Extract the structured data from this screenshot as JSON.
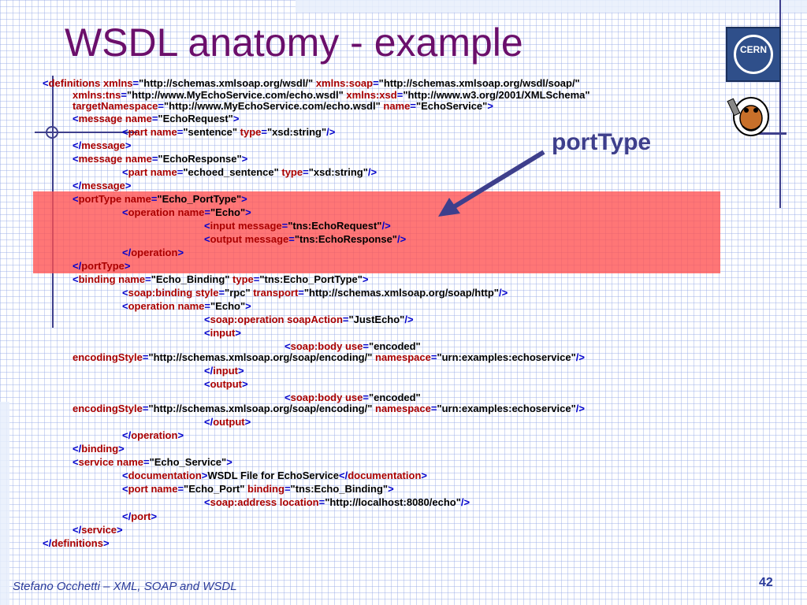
{
  "slide": {
    "title": "WSDL anatomy - example",
    "callout": "portType",
    "footer": "Stefano Occhetti – XML, SOAP and WSDL",
    "page_number": "42",
    "logo_text": "CERN"
  },
  "code": {
    "l1": [
      "<",
      "definitions ",
      "xmlns",
      "=",
      "\"http://schemas.xmlsoap.org/wsdl/\" ",
      "xmlns:soap",
      "=",
      "\"http://schemas.xmlsoap.org/wsdl/soap/\""
    ],
    "l2": [
      "xmlns:tns",
      "=",
      "\"http://www.MyEchoService.com/echo.wsdl\" ",
      "xmlns:xsd",
      "=",
      "\"http://www.w3.org/2001/XMLSchema\""
    ],
    "l3": [
      "targetNamespace",
      "=",
      "\"http://www.MyEchoService.com/echo.wsdl\" ",
      "name",
      "=",
      "\"EchoService\"",
      ">"
    ],
    "l4": [
      "<",
      "message ",
      "name",
      "=",
      "\"EchoRequest\"",
      ">"
    ],
    "l5": [
      "<",
      "part ",
      "name",
      "=",
      "\"sentence\" ",
      "type",
      "=",
      "\"xsd:string\"",
      "/>"
    ],
    "l6": [
      "</",
      "message",
      ">"
    ],
    "l7": [
      "<",
      "message ",
      "name",
      "=",
      "\"EchoResponse\"",
      ">"
    ],
    "l8": [
      "<",
      "part ",
      "name",
      "=",
      "\"echoed_sentence\" ",
      "type",
      "=",
      "\"xsd:string\"",
      "/>"
    ],
    "l9": [
      "</",
      "message",
      ">"
    ],
    "l10": [
      "<",
      "portType ",
      "name",
      "=",
      "\"Echo_PortType\"",
      ">"
    ],
    "l11": [
      "<",
      "operation ",
      "name",
      "=",
      "\"Echo\"",
      ">"
    ],
    "l12": [
      "<",
      "input ",
      "message",
      "=",
      "\"tns:EchoRequest\"",
      "/>"
    ],
    "l13": [
      "<",
      "output ",
      "message",
      "=",
      "\"tns:EchoResponse\"",
      "/>"
    ],
    "l14": [
      "</",
      "operation",
      ">"
    ],
    "l15": [
      "</",
      "portType",
      ">"
    ],
    "l16": [
      "<",
      "binding ",
      "name",
      "=",
      "\"Echo_Binding\" ",
      "type",
      "=",
      "\"tns:Echo_PortType\"",
      ">"
    ],
    "l17": [
      "<",
      "soap:binding ",
      "style",
      "=",
      "\"rpc\" ",
      "transport",
      "=",
      "\"http://schemas.xmlsoap.org/soap/http\"",
      "/>"
    ],
    "l18": [
      "<",
      "operation ",
      "name",
      "=",
      "\"Echo\"",
      ">"
    ],
    "l19": [
      "<",
      "soap:operation ",
      "soapAction",
      "=",
      "\"JustEcho\"",
      "/>"
    ],
    "l20": [
      "<",
      "input",
      ">"
    ],
    "l21": [
      "<",
      "soap:body ",
      "use",
      "=",
      "\"encoded\""
    ],
    "l22": [
      "encodingStyle",
      "=",
      "\"http://schemas.xmlsoap.org/soap/encoding/\" ",
      "namespace",
      "=",
      "\"urn:examples:echoservice\"",
      "/>"
    ],
    "l23": [
      "</",
      "input",
      ">"
    ],
    "l24": [
      "<",
      "output",
      ">"
    ],
    "l25": [
      "<",
      "soap:body ",
      "use",
      "=",
      "\"encoded\""
    ],
    "l26": [
      "encodingStyle",
      "=",
      "\"http://schemas.xmlsoap.org/soap/encoding/\" ",
      "namespace",
      "=",
      "\"urn:examples:echoservice\"",
      "/>"
    ],
    "l27": [
      "</",
      "output",
      ">"
    ],
    "l28": [
      "</",
      "operation",
      ">"
    ],
    "l29": [
      "</",
      "binding",
      ">"
    ],
    "l30": [
      "<",
      "service ",
      "name",
      "=",
      "\"Echo_Service\"",
      ">"
    ],
    "l31": [
      "<",
      "documentation",
      ">",
      "WSDL File for EchoService",
      "</",
      "documentation",
      ">"
    ],
    "l32": [
      "<",
      "port ",
      "name",
      "=",
      "\"Echo_Port\" ",
      "binding",
      "=",
      "\"tns:Echo_Binding\"",
      ">"
    ],
    "l33": [
      "<",
      "soap:address ",
      "location",
      "=",
      "\"http://localhost:8080/echo\"",
      "/>"
    ],
    "l34": [
      "</",
      "port",
      ">"
    ],
    "l35": [
      "</",
      "service",
      ">"
    ],
    "l36": [
      "</",
      "definitions",
      ">"
    ]
  }
}
